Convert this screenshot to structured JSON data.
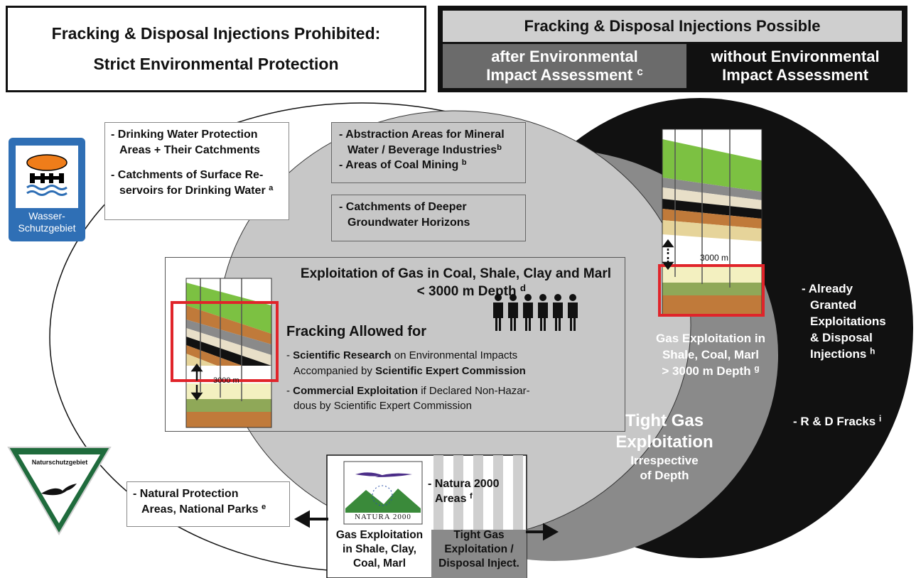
{
  "header": {
    "left_line1": "Fracking & Disposal Injections Prohibited:",
    "left_line2": "Strict Environmental Protection",
    "right_title": "Fracking & Disposal Injections Possible",
    "after_line1": "after Environmental",
    "after_line2": "Impact Assessment",
    "after_sup": "c",
    "without_line1": "without Environmental",
    "without_line2": "Impact Assessment"
  },
  "water_sign": {
    "line1": "Wasser-",
    "line2": "Schutzgebiet"
  },
  "nature_sign": {
    "label": "Naturschutzgebiet"
  },
  "white_zone": {
    "drinking_1": "- Drinking Water Protection",
    "drinking_2": "Areas + Their Catchments",
    "surface_1": "- Catchments of Surface Re-",
    "surface_2": "servoirs for Drinking Water",
    "surface_sup": "a",
    "natural_1": "- Natural Protection",
    "natural_2": "Areas, National Parks",
    "natural_sup": "e"
  },
  "gray_zone": {
    "abstraction_1": "- Abstraction Areas for Mineral",
    "abstraction_2": "Water / Beverage Industries",
    "abstraction_sup": "b",
    "coal_1": "- Areas of Coal Mining",
    "coal_sup": "b",
    "deeper_1": "- Catchments of Deeper",
    "deeper_2": "Groundwater Horizons",
    "exploit_title_1": "Exploitation of Gas in Coal, Shale, Clay and Marl",
    "exploit_title_2": "< 3000 m Depth",
    "exploit_sup": "d",
    "fracking_allowed": "Fracking Allowed for",
    "sci_bold": "Scientific Research",
    "sci_rest": " on Environmental Impacts",
    "sci_line2": "Accompanied by ",
    "sci_line2_bold": "Scientific Expert Commission",
    "com_bold": "Commercial Exploitation",
    "com_rest": " if Declared Non-Hazar-",
    "com_line2": "dous by Scientific Expert Commission",
    "depth_label": "3000 m",
    "tight_1": "Tight Gas",
    "tight_2": "Exploitation",
    "tight_3": "Irrespective",
    "tight_4": "of Depth",
    "gas_deep_1": "Gas Exploitation in",
    "gas_deep_2": "Shale, Coal, Marl",
    "gas_deep_3": "> 3000 m Depth",
    "gas_deep_sup": "g"
  },
  "dark_zone": {
    "granted_1": "- Already",
    "granted_2": "Granted",
    "granted_3": "Exploitations",
    "granted_4": "& Disposal",
    "granted_5": "Injections",
    "granted_sup": "h",
    "rd": "- R & D Fracks",
    "rd_sup": "i",
    "depth_label": "3000 m"
  },
  "natura": {
    "logo_text": "NATURA 2000",
    "areas_1": "- Natura 2000",
    "areas_2": "Areas",
    "areas_sup": "f",
    "left_1": "Gas Exploitation",
    "left_2": "in Shale, Clay,",
    "left_3": "Coal, Marl",
    "right_1": "Tight Gas",
    "right_2": "Exploitation /",
    "right_3": "Disposal Inject."
  },
  "colors": {
    "dark": "#111111",
    "mid_gray": "#8a8a8a",
    "light_gray": "#c7c7c7",
    "water_blue": "#2f6fb5",
    "water_orange": "#ef7d1a",
    "nature_green": "#1f6b3c",
    "highlight_red": "#e0242a"
  }
}
